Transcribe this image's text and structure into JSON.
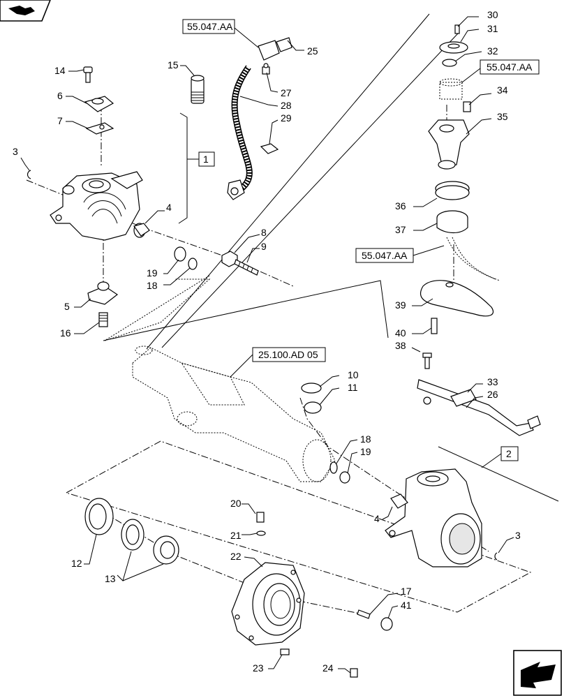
{
  "diagram": {
    "part_numbers": [
      "30",
      "31",
      "32",
      "34",
      "35",
      "36",
      "37",
      "39",
      "40",
      "38",
      "33",
      "26",
      "25",
      "27",
      "28",
      "29",
      "15",
      "14",
      "6",
      "7",
      "3",
      "4",
      "8",
      "9",
      "19",
      "18",
      "5",
      "16",
      "10",
      "11",
      "2",
      "1",
      "12",
      "13",
      "20",
      "21",
      "22",
      "17",
      "41",
      "23",
      "24"
    ],
    "reference_boxes": [
      "55.047.AA",
      "55.047.AA",
      "55.047.AA",
      "25.100.AD 05"
    ],
    "group_numbers": [
      "1",
      "2"
    ]
  }
}
